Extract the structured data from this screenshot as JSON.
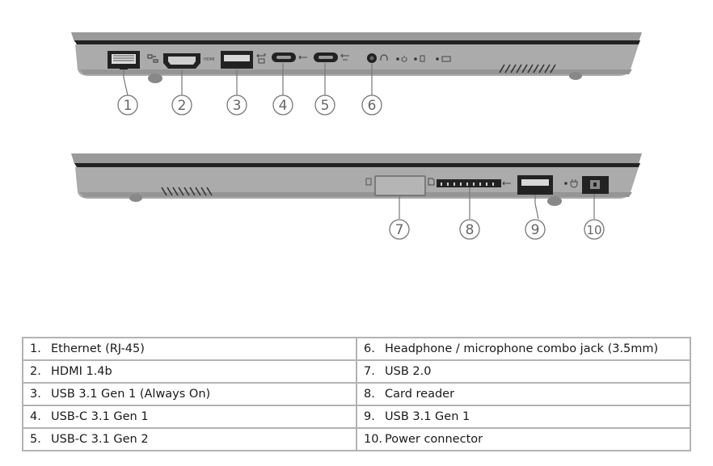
{
  "callouts": [
    "1",
    "2",
    "3",
    "4",
    "5",
    "6",
    "7",
    "8",
    "9",
    "10"
  ],
  "port_labels": {
    "hdmi": "HDMI"
  },
  "table": {
    "rows": [
      [
        {
          "num": "1.",
          "label": "Ethernet (RJ-45)"
        },
        {
          "num": "6.",
          "label": "Headphone / microphone combo jack (3.5mm)"
        }
      ],
      [
        {
          "num": "2.",
          "label": "HDMI 1.4b"
        },
        {
          "num": "7.",
          "label": "USB 2.0"
        }
      ],
      [
        {
          "num": "3.",
          "label": "USB 3.1 Gen 1 (Always On)"
        },
        {
          "num": "8.",
          "label": "Card reader"
        }
      ],
      [
        {
          "num": "4.",
          "label": "USB-C 3.1 Gen 1"
        },
        {
          "num": "9.",
          "label": "USB 3.1 Gen 1"
        }
      ],
      [
        {
          "num": "5.",
          "label": "USB-C 3.1 Gen 2"
        },
        {
          "num": "10.",
          "label": "Power connector"
        }
      ]
    ]
  },
  "colors": {
    "chassis": "#a8a8a8",
    "chassis_dark": "#8c8c8c",
    "port": "#2a2a2a",
    "callout": "#777777",
    "table_border": "#b3b3b3"
  }
}
